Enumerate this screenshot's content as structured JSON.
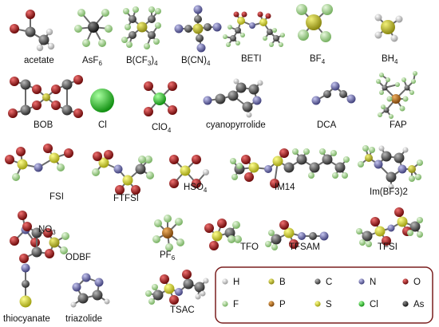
{
  "anions": [
    {
      "key": "acetate",
      "label": "acetate"
    },
    {
      "key": "asf6",
      "label": "AsF",
      "sub": "6"
    },
    {
      "key": "bcf34",
      "label": "B(CF",
      "sub": "3",
      "tail": ")",
      "sub2": "4"
    },
    {
      "key": "bcn4",
      "label": "B(CN)",
      "sub": "4"
    },
    {
      "key": "beti",
      "label": "BETI"
    },
    {
      "key": "bf4",
      "label": "BF",
      "sub": "4"
    },
    {
      "key": "bh4",
      "label": "BH",
      "sub": "4"
    },
    {
      "key": "bob",
      "label": "BOB"
    },
    {
      "key": "cl",
      "label": "Cl"
    },
    {
      "key": "clo4",
      "label": "ClO",
      "sub": "4"
    },
    {
      "key": "cyanopyrrolide",
      "label": "cyanopyrrolide"
    },
    {
      "key": "dca",
      "label": "DCA"
    },
    {
      "key": "fap",
      "label": "FAP"
    },
    {
      "key": "fsi",
      "label": "FSI"
    },
    {
      "key": "ftfsi",
      "label": "FTFSI"
    },
    {
      "key": "hso4",
      "label": "HSO",
      "sub": "4"
    },
    {
      "key": "im14",
      "label": "IM14"
    },
    {
      "key": "imbf32",
      "label": "Im(BF3)2"
    },
    {
      "key": "no3",
      "label": "NO",
      "sub": "3"
    },
    {
      "key": "odbf",
      "label": "ODBF"
    },
    {
      "key": "pf6",
      "label": "PF",
      "sub": "6"
    },
    {
      "key": "tfo",
      "label": "TFO"
    },
    {
      "key": "tfsam",
      "label": "TFSAM"
    },
    {
      "key": "tfsi",
      "label": "TFSI"
    },
    {
      "key": "thiocyanate",
      "label": "thiocyanate"
    },
    {
      "key": "triazolide",
      "label": "triazolide"
    },
    {
      "key": "tsac",
      "label": "TSAC"
    }
  ],
  "legend": {
    "items": [
      {
        "symbol": "H",
        "color": "#e8e8e8"
      },
      {
        "symbol": "B",
        "color": "#b5b21d"
      },
      {
        "symbol": "C",
        "color": "#555555"
      },
      {
        "symbol": "N",
        "color": "#6b6ba8"
      },
      {
        "symbol": "O",
        "color": "#9a1a1a"
      },
      {
        "symbol": "F",
        "color": "#a9d69a"
      },
      {
        "symbol": "P",
        "color": "#b06a16"
      },
      {
        "symbol": "S",
        "color": "#d8d81c"
      },
      {
        "symbol": "Cl",
        "color": "#2ec22e"
      },
      {
        "symbol": "As",
        "color": "#2d2d2d"
      }
    ],
    "border_color": "#7a1f1f"
  }
}
